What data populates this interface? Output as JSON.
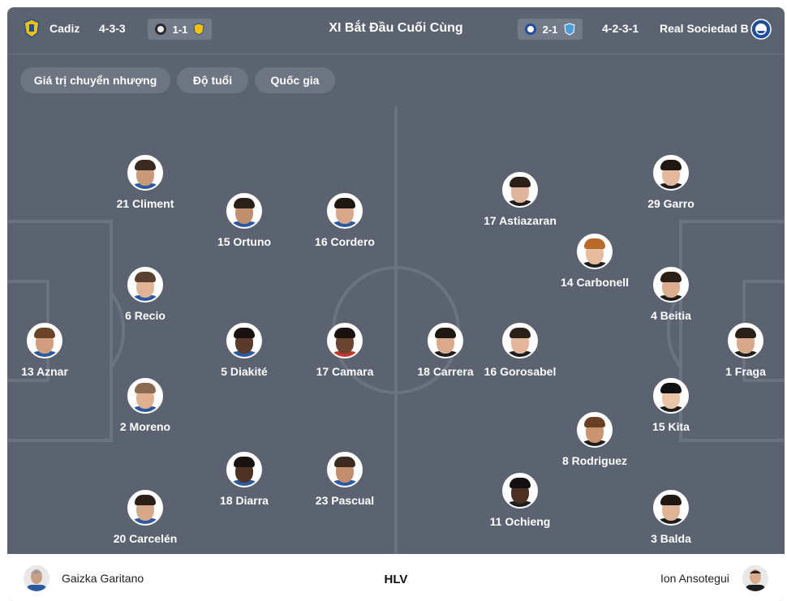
{
  "header": {
    "title": "XI Bắt Đầu Cuối Cùng",
    "home": {
      "name": "Cadiz",
      "formation": "4-3-3",
      "last_score": "1-1",
      "crest_color": "#f2c200"
    },
    "away": {
      "name": "Real Sociedad B",
      "formation": "4-2-3-1",
      "last_score": "2-1",
      "crest_color": "#1f4f9c"
    }
  },
  "filters": [
    "Giá trị chuyển nhượng",
    "Độ tuổi",
    "Quốc gia"
  ],
  "home_players": [
    {
      "label": "21 Climent",
      "skin": "#c99a7a",
      "hair": "#3a2a20",
      "shirt": "#2c5aa0"
    },
    {
      "label": "15 Ortuno",
      "skin": "#c08f6e",
      "hair": "#2b2018",
      "shirt": "#2c5aa0"
    },
    {
      "label": "16 Cordero",
      "skin": "#d7a98a",
      "hair": "#1e1712",
      "shirt": "#2c5aa0"
    },
    {
      "label": "6 Recio",
      "skin": "#e1b496",
      "hair": "#5a4030",
      "shirt": "#2c5aa0"
    },
    {
      "label": "13 Aznar",
      "skin": "#d19f80",
      "hair": "#6a4428",
      "shirt": "#2c5aa0"
    },
    {
      "label": "5 Diakité",
      "skin": "#5a3a2a",
      "hair": "#1a1210",
      "shirt": "#2c5aa0"
    },
    {
      "label": "17 Camara",
      "skin": "#6b4430",
      "hair": "#1a1210",
      "shirt": "#c0392b"
    },
    {
      "label": "2 Moreno",
      "skin": "#e0b090",
      "hair": "#8a6a50",
      "shirt": "#2c5aa0"
    },
    {
      "label": "18 Diarra",
      "skin": "#4e3224",
      "hair": "#1a1210",
      "shirt": "#2c5aa0"
    },
    {
      "label": "23 Pascual",
      "skin": "#c48e6c",
      "hair": "#3a2a20",
      "shirt": "#2c5aa0"
    },
    {
      "label": "20 Carcelén",
      "skin": "#d6a88a",
      "hair": "#2b2018",
      "shirt": "#2c5aa0"
    }
  ],
  "away_players": [
    {
      "label": "17 Astiazaran",
      "skin": "#e0b49a",
      "hair": "#2b2018",
      "shirt": "#1d1d1d"
    },
    {
      "label": "29 Garro",
      "skin": "#e3b89c",
      "hair": "#1e1712",
      "shirt": "#1d1d1d"
    },
    {
      "label": "14 Carbonell",
      "skin": "#e6bc9e",
      "hair": "#b86a2a",
      "shirt": "#1d1d1d"
    },
    {
      "label": "4 Beitia",
      "skin": "#dcae90",
      "hair": "#2b2018",
      "shirt": "#1d1d1d"
    },
    {
      "label": "18 Carrera",
      "skin": "#d9aa8c",
      "hair": "#1e1712",
      "shirt": "#1d1d1d"
    },
    {
      "label": "16 Gorosabel",
      "skin": "#e3b69a",
      "hair": "#2b2018",
      "shirt": "#1d1d1d"
    },
    {
      "label": "1 Fraga",
      "skin": "#d7a88a",
      "hair": "#2b2018",
      "shirt": "#1d1d1d"
    },
    {
      "label": "15 Kita",
      "skin": "#e9c4a6",
      "hair": "#121010",
      "shirt": "#1d1d1d"
    },
    {
      "label": "8 Rodriguez",
      "skin": "#c9946e",
      "hair": "#6a4024",
      "shirt": "#1d1d1d"
    },
    {
      "label": "11 Ochieng",
      "skin": "#4a2f22",
      "hair": "#121010",
      "shirt": "#1d1d1d"
    },
    {
      "label": "3 Balda",
      "skin": "#e0b496",
      "hair": "#1e1712",
      "shirt": "#1d1d1d"
    }
  ],
  "footer": {
    "home_coach": "Gaizka Garitano",
    "label": "HLV",
    "away_coach": "Ion Ansotegui"
  },
  "colors": {
    "pitch": "#5b6370",
    "lines": "#6b7380",
    "pill": "#6d7582",
    "text": "#ffffff"
  }
}
